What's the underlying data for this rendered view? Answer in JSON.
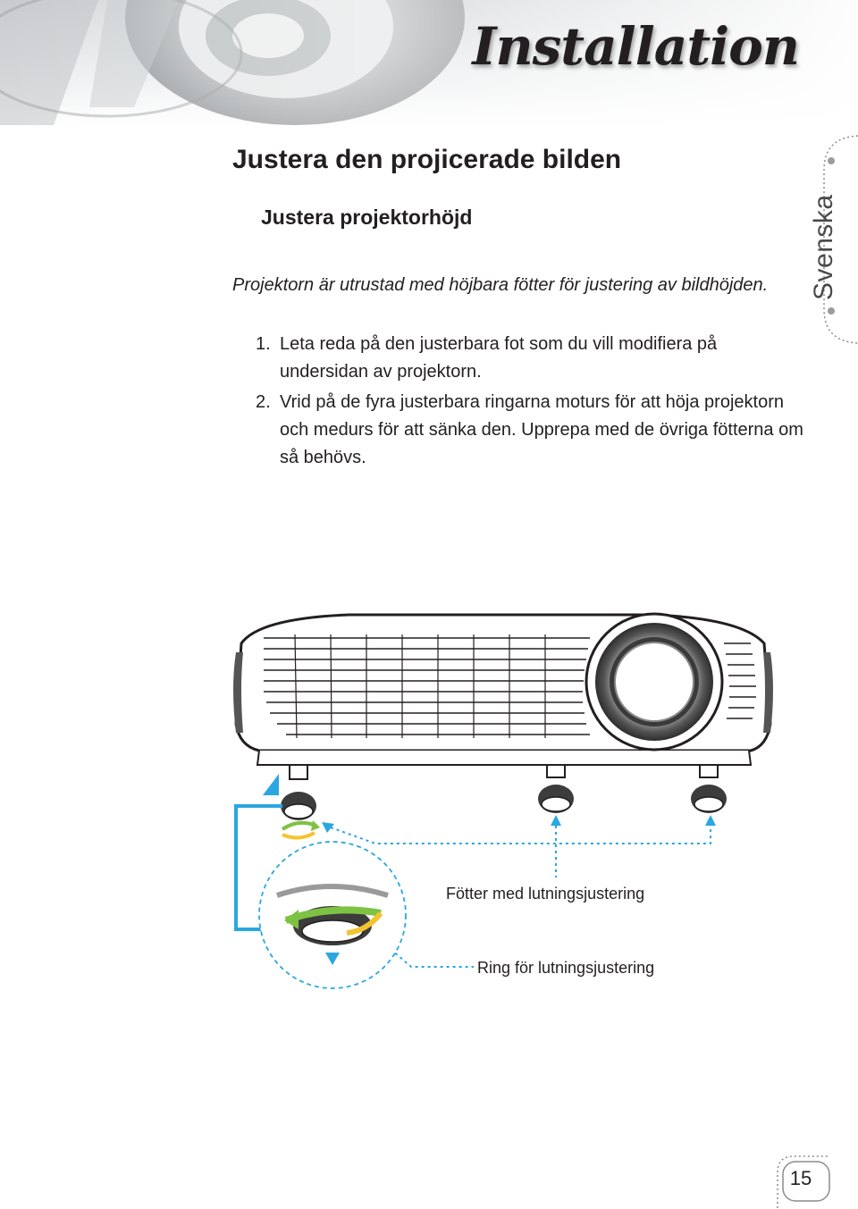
{
  "header": {
    "title": "Installation"
  },
  "section": {
    "title": "Justera den projicerade bilden",
    "subtitle": "Justera projektorhöjd"
  },
  "intro": "Projektorn är utrustad med höjbara fötter för justering av bildhöjden.",
  "steps": [
    {
      "num": "1.",
      "text": "Leta reda på den justerbara fot som du vill modifiera på undersidan  av projektorn."
    },
    {
      "num": "2.",
      "text": "Vrid på de fyra justerbara ringarna moturs för att höja projektorn och medurs för att sänka den. Upprepa med de övriga fötterna om så behövs."
    }
  ],
  "side_tab": {
    "label": "Svenska"
  },
  "figure": {
    "label_feet": "Fötter med lutningsjustering",
    "label_ring": "Ring för lutningsjustering"
  },
  "page_number": "15",
  "colors": {
    "accent_blue": "#2aa7e0",
    "arrow_green": "#7dc242",
    "arrow_yellow": "#f4c430",
    "text": "#231f20"
  }
}
